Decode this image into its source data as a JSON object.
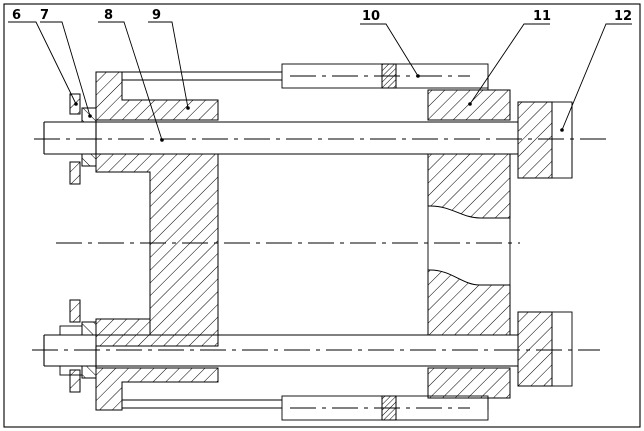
{
  "callouts": [
    {
      "id": "c6",
      "label": "6"
    },
    {
      "id": "c7",
      "label": "7"
    },
    {
      "id": "c8",
      "label": "8"
    },
    {
      "id": "c9",
      "label": "9"
    },
    {
      "id": "c10",
      "label": "10"
    },
    {
      "id": "c11",
      "label": "11"
    },
    {
      "id": "c12",
      "label": "12"
    }
  ]
}
